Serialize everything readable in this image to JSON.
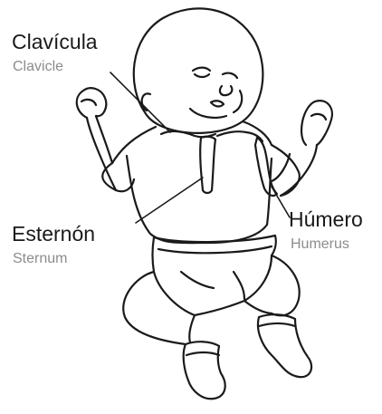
{
  "labels": {
    "clavicle": {
      "primary": "Clavícula",
      "secondary": "Clavicle"
    },
    "sternum": {
      "primary": "Esternón",
      "secondary": "Sternum"
    },
    "humerus": {
      "primary": "Húmero",
      "secondary": "Humerus"
    }
  },
  "colors": {
    "line": "#1a1a1a",
    "label_primary": "#1a1a1a",
    "label_secondary": "#8c8c8c",
    "background": "#ffffff"
  }
}
